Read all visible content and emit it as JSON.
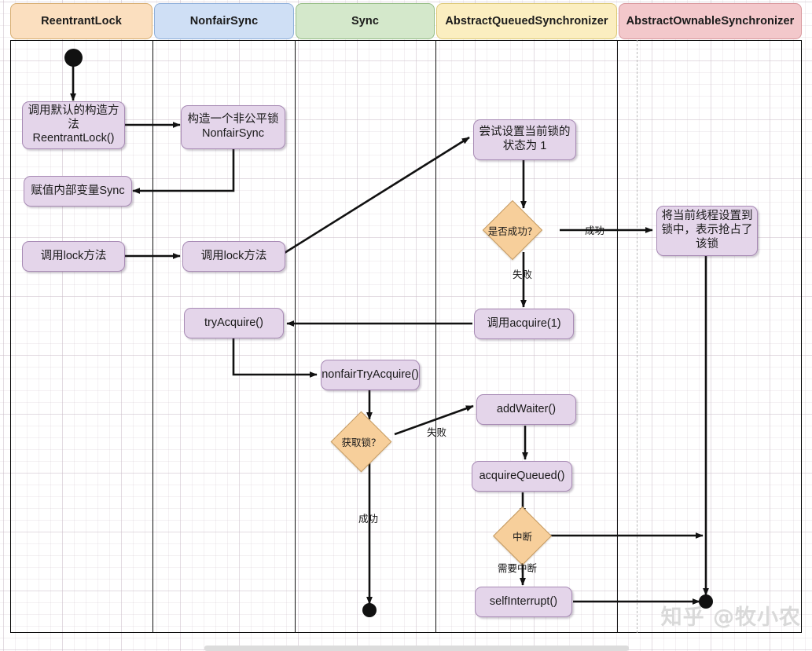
{
  "diagram": {
    "title": "ReentrantLock lock() flow swimlane diagram",
    "watermark": "知乎 @牧小农",
    "colors": {
      "lane1": "#fbdfbf",
      "lane2": "#cfdff5",
      "lane3": "#d4e8cb",
      "lane4": "#fbeec0",
      "lane5": "#f3c8cb",
      "node_fill": "#e4d5ea",
      "node_border": "#a88bb5",
      "decision_fill": "#f7cf9b",
      "decision_border": "#c49a62",
      "edge": "#111111"
    },
    "lanes": [
      {
        "id": "lane-reentrantlock",
        "label": "ReentrantLock"
      },
      {
        "id": "lane-nonfairsync",
        "label": "NonfairSync"
      },
      {
        "id": "lane-sync",
        "label": "Sync"
      },
      {
        "id": "lane-aqs",
        "label": "AbstractQueuedSynchronizer"
      },
      {
        "id": "lane-aos",
        "label": "AbstractOwnableSynchronizer"
      }
    ],
    "nodes": [
      {
        "id": "start",
        "type": "start",
        "label": ""
      },
      {
        "id": "n-default-ctor",
        "type": "activity",
        "label": "调用默认的构造方\n法\nReentrantLock()"
      },
      {
        "id": "n-build-nonfair",
        "type": "activity",
        "label": "构造一个非公平锁\nNonfairSync"
      },
      {
        "id": "n-assign-sync",
        "type": "activity",
        "label": "赋值内部变量Sync"
      },
      {
        "id": "n-call-lock-1",
        "type": "activity",
        "label": "调用lock方法"
      },
      {
        "id": "n-call-lock-2",
        "type": "activity",
        "label": "调用lock方法"
      },
      {
        "id": "n-set-state",
        "type": "activity",
        "label": "尝试设置当前锁的\n状态为 1"
      },
      {
        "id": "d-success",
        "type": "decision",
        "label": "是否成功？"
      },
      {
        "id": "n-set-owner",
        "type": "activity",
        "label": "将当前线程设置到\n锁中，表示抢占了\n该锁"
      },
      {
        "id": "n-acquire",
        "type": "activity",
        "label": "调用acquire(1)"
      },
      {
        "id": "n-tryacquire",
        "type": "activity",
        "label": "tryAcquire()"
      },
      {
        "id": "n-nonfairtryacquire",
        "type": "activity",
        "label": "nonfairTryAcquire()"
      },
      {
        "id": "d-getlock",
        "type": "decision",
        "label": "获取锁？"
      },
      {
        "id": "n-addwaiter",
        "type": "activity",
        "label": "addWaiter()"
      },
      {
        "id": "n-acquirequeued",
        "type": "activity",
        "label": "acquireQueued()"
      },
      {
        "id": "d-interrupt",
        "type": "decision",
        "label": "中断"
      },
      {
        "id": "n-selfinterrupt",
        "type": "activity",
        "label": "selfInterrupt()"
      },
      {
        "id": "end-left",
        "type": "end",
        "label": ""
      },
      {
        "id": "end-right",
        "type": "end",
        "label": ""
      }
    ],
    "edge_labels": {
      "success_1": "成功",
      "fail_1": "失败",
      "fail_2": "失败",
      "success_2": "成功",
      "need_interrupt": "需要中断"
    },
    "edges": [
      {
        "from": "start",
        "to": "n-default-ctor",
        "label": ""
      },
      {
        "from": "n-default-ctor",
        "to": "n-build-nonfair",
        "label": ""
      },
      {
        "from": "n-build-nonfair",
        "to": "n-assign-sync",
        "label": ""
      },
      {
        "from": "n-call-lock-1",
        "to": "n-call-lock-2",
        "label": ""
      },
      {
        "from": "n-call-lock-2",
        "to": "n-set-state",
        "label": ""
      },
      {
        "from": "n-set-state",
        "to": "d-success",
        "label": ""
      },
      {
        "from": "d-success",
        "to": "n-set-owner",
        "label": "成功"
      },
      {
        "from": "d-success",
        "to": "n-acquire",
        "label": "失败"
      },
      {
        "from": "n-acquire",
        "to": "n-tryacquire",
        "label": ""
      },
      {
        "from": "n-tryacquire",
        "to": "n-nonfairtryacquire",
        "label": ""
      },
      {
        "from": "n-nonfairtryacquire",
        "to": "d-getlock",
        "label": ""
      },
      {
        "from": "d-getlock",
        "to": "n-addwaiter",
        "label": "失败"
      },
      {
        "from": "d-getlock",
        "to": "end-left",
        "label": "成功"
      },
      {
        "from": "n-addwaiter",
        "to": "n-acquirequeued",
        "label": ""
      },
      {
        "from": "n-acquirequeued",
        "to": "d-interrupt",
        "label": ""
      },
      {
        "from": "d-interrupt",
        "to": "end-right",
        "label": ""
      },
      {
        "from": "d-interrupt",
        "to": "n-selfinterrupt",
        "label": "需要中断"
      },
      {
        "from": "n-selfinterrupt",
        "to": "end-right",
        "label": ""
      },
      {
        "from": "n-set-owner",
        "to": "end-right",
        "label": ""
      }
    ]
  }
}
